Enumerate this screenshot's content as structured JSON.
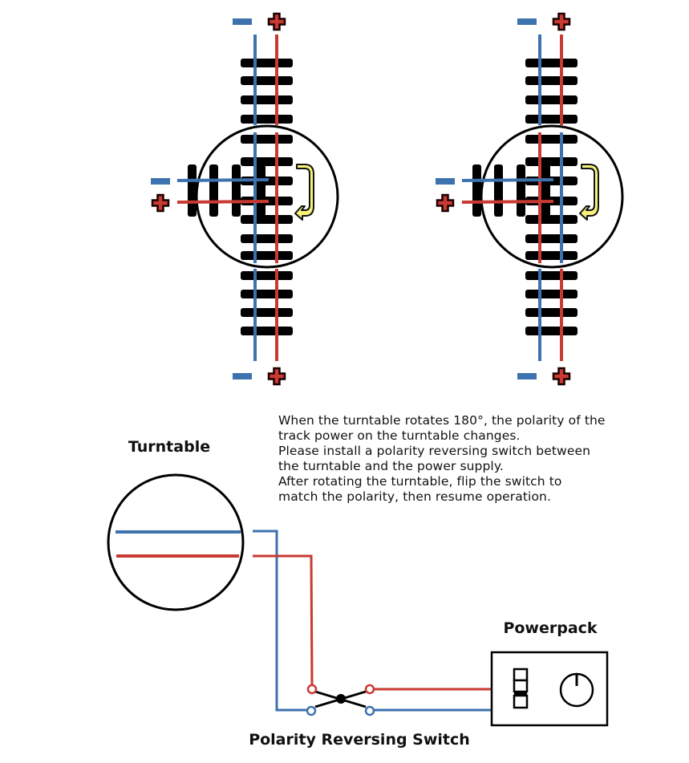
{
  "colors": {
    "positive_rail": "#c93a32",
    "negative_rail": "#3d72ae",
    "tie": "#000000",
    "arrow_fill": "#f7f27a",
    "outline": "#000000"
  },
  "top_diagrams": [
    {
      "id": "before-rotation",
      "description": "Turntable aligned, rails match",
      "approach_polarity": {
        "top": [
          "-",
          "+"
        ],
        "bottom": [
          "-",
          "+"
        ],
        "left": [
          "-",
          "+"
        ]
      },
      "bridge_rails": [
        "negative",
        "positive"
      ],
      "rotation_arrow": "clockwise-hook"
    },
    {
      "id": "after-rotation",
      "description": "Turntable rotated 180°, bridge polarity reversed",
      "approach_polarity": {
        "top": [
          "-",
          "+"
        ],
        "bottom": [
          "-",
          "+"
        ],
        "left": [
          "-",
          "+"
        ]
      },
      "bridge_rails": [
        "positive",
        "negative"
      ],
      "rotation_arrow": "clockwise-hook"
    }
  ],
  "symbols": {
    "minus": "−",
    "plus": "+"
  },
  "note_lines": [
    "When the turntable rotates 180°, the polarity of the",
    "track power on the turntable changes.",
    "Please install a polarity reversing switch between",
    "the turntable and the power supply.",
    "After rotating the turntable, flip the switch to",
    "match the polarity, then resume operation."
  ],
  "labels": {
    "turntable": "Turntable",
    "powerpack": "Powerpack",
    "switch": "Polarity Reversing Switch"
  }
}
